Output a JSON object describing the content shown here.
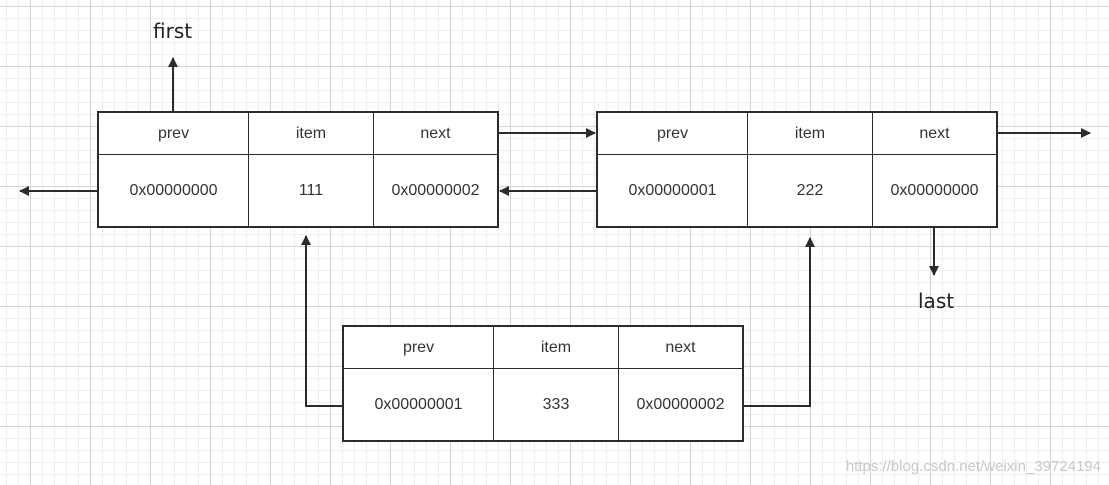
{
  "colors": {
    "line": "#2b2b2b",
    "grid_major": "#d4d4d4",
    "grid_minor": "#eeeeee"
  },
  "header": {
    "prev": "prev",
    "item": "item",
    "next": "next"
  },
  "nodes": [
    {
      "prev": "0x00000000",
      "item": "111",
      "next": "0x00000002"
    },
    {
      "prev": "0x00000001",
      "item": "222",
      "next": "0x00000000"
    },
    {
      "prev": "0x00000001",
      "item": "333",
      "next": "0x00000002"
    }
  ],
  "labels": {
    "first": "first",
    "last": "last"
  },
  "watermark": "https://blog.csdn.net/weixin_39724194"
}
